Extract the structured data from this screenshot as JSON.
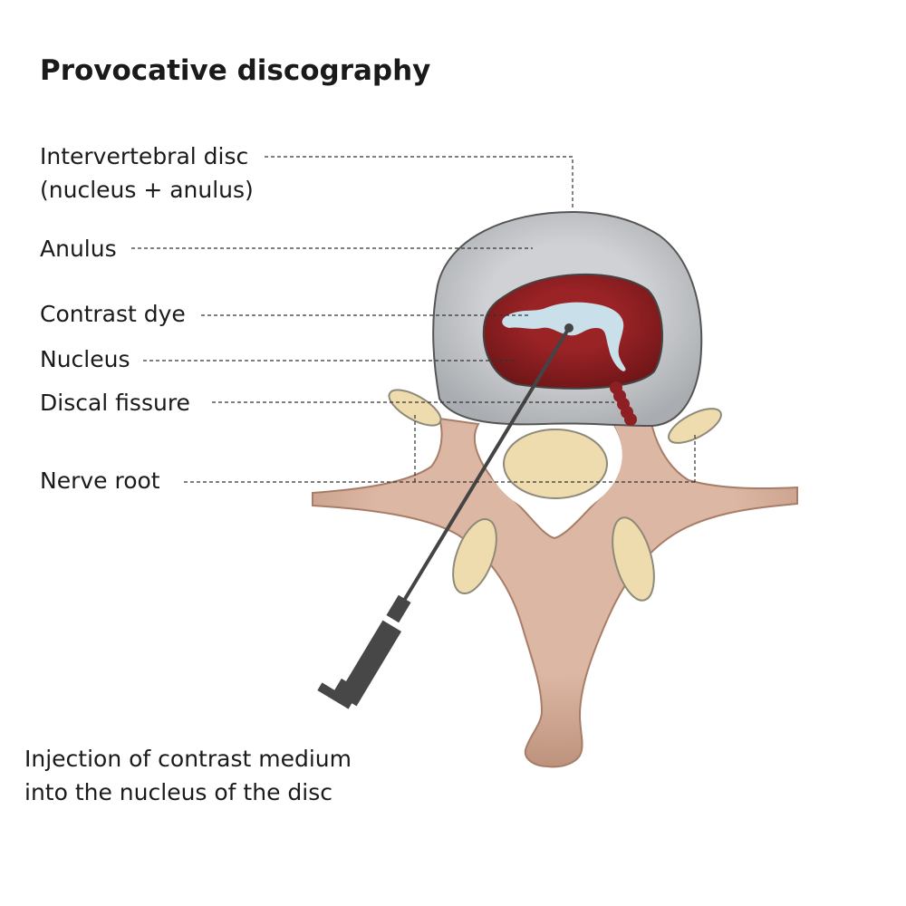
{
  "title": "Provocative discography",
  "labels": {
    "intervertebral_disc_line1": "Intervertebral disc",
    "intervertebral_disc_line2": "(nucleus + anulus)",
    "anulus": "Anulus",
    "contrast_dye": "Contrast dye",
    "nucleus": "Nucleus",
    "discal_fissure": "Discal fissure",
    "nerve_root": "Nerve root"
  },
  "caption": {
    "line1": "Injection of contrast medium",
    "line2": "into the nucleus of the disc"
  },
  "colors": {
    "bone": "#d7b09b",
    "bone_shadow": "#a87d67",
    "anulus": "#bcbec1",
    "nucleus": "#8e1f22",
    "contrast_dye": "#c9dfe9",
    "nerve_root": "#eedcae",
    "syringe": "#4a4a4a",
    "outline": "#555555"
  }
}
